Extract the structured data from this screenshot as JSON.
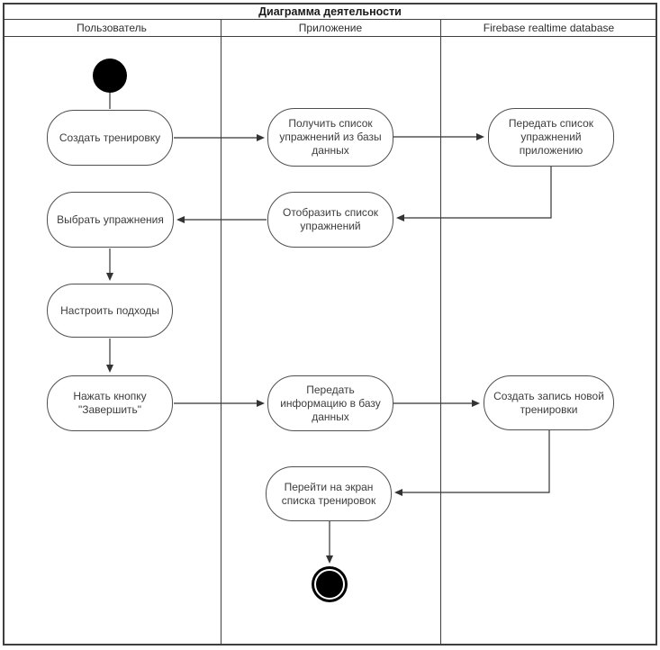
{
  "title": "Диаграмма деятельности",
  "lanes": [
    {
      "label": "Пользователь"
    },
    {
      "label": "Приложение"
    },
    {
      "label": "Firebase realtime database"
    }
  ],
  "nodes": {
    "create_workout": "Создать тренировку",
    "get_exercises": "Получить список упражнений из базы данных",
    "send_exercises": "Передать список упражнений приложению",
    "choose_exercises": "Выбрать упражнения",
    "show_exercises": "Отобразить список упражнений",
    "setup_sets": "Настроить подходы",
    "press_finish": "Нажать кнопку \"Завершить\"",
    "send_info": "Передать информацию в базу данных",
    "create_record": "Создать запись новой тренировки",
    "go_to_list": "Перейти на экран списка тренировок"
  },
  "colors": {
    "line": "#3f3f3f",
    "node_border": "#4f4f4f",
    "node_fill": "#ffffff",
    "text": "#3c3c3c"
  }
}
